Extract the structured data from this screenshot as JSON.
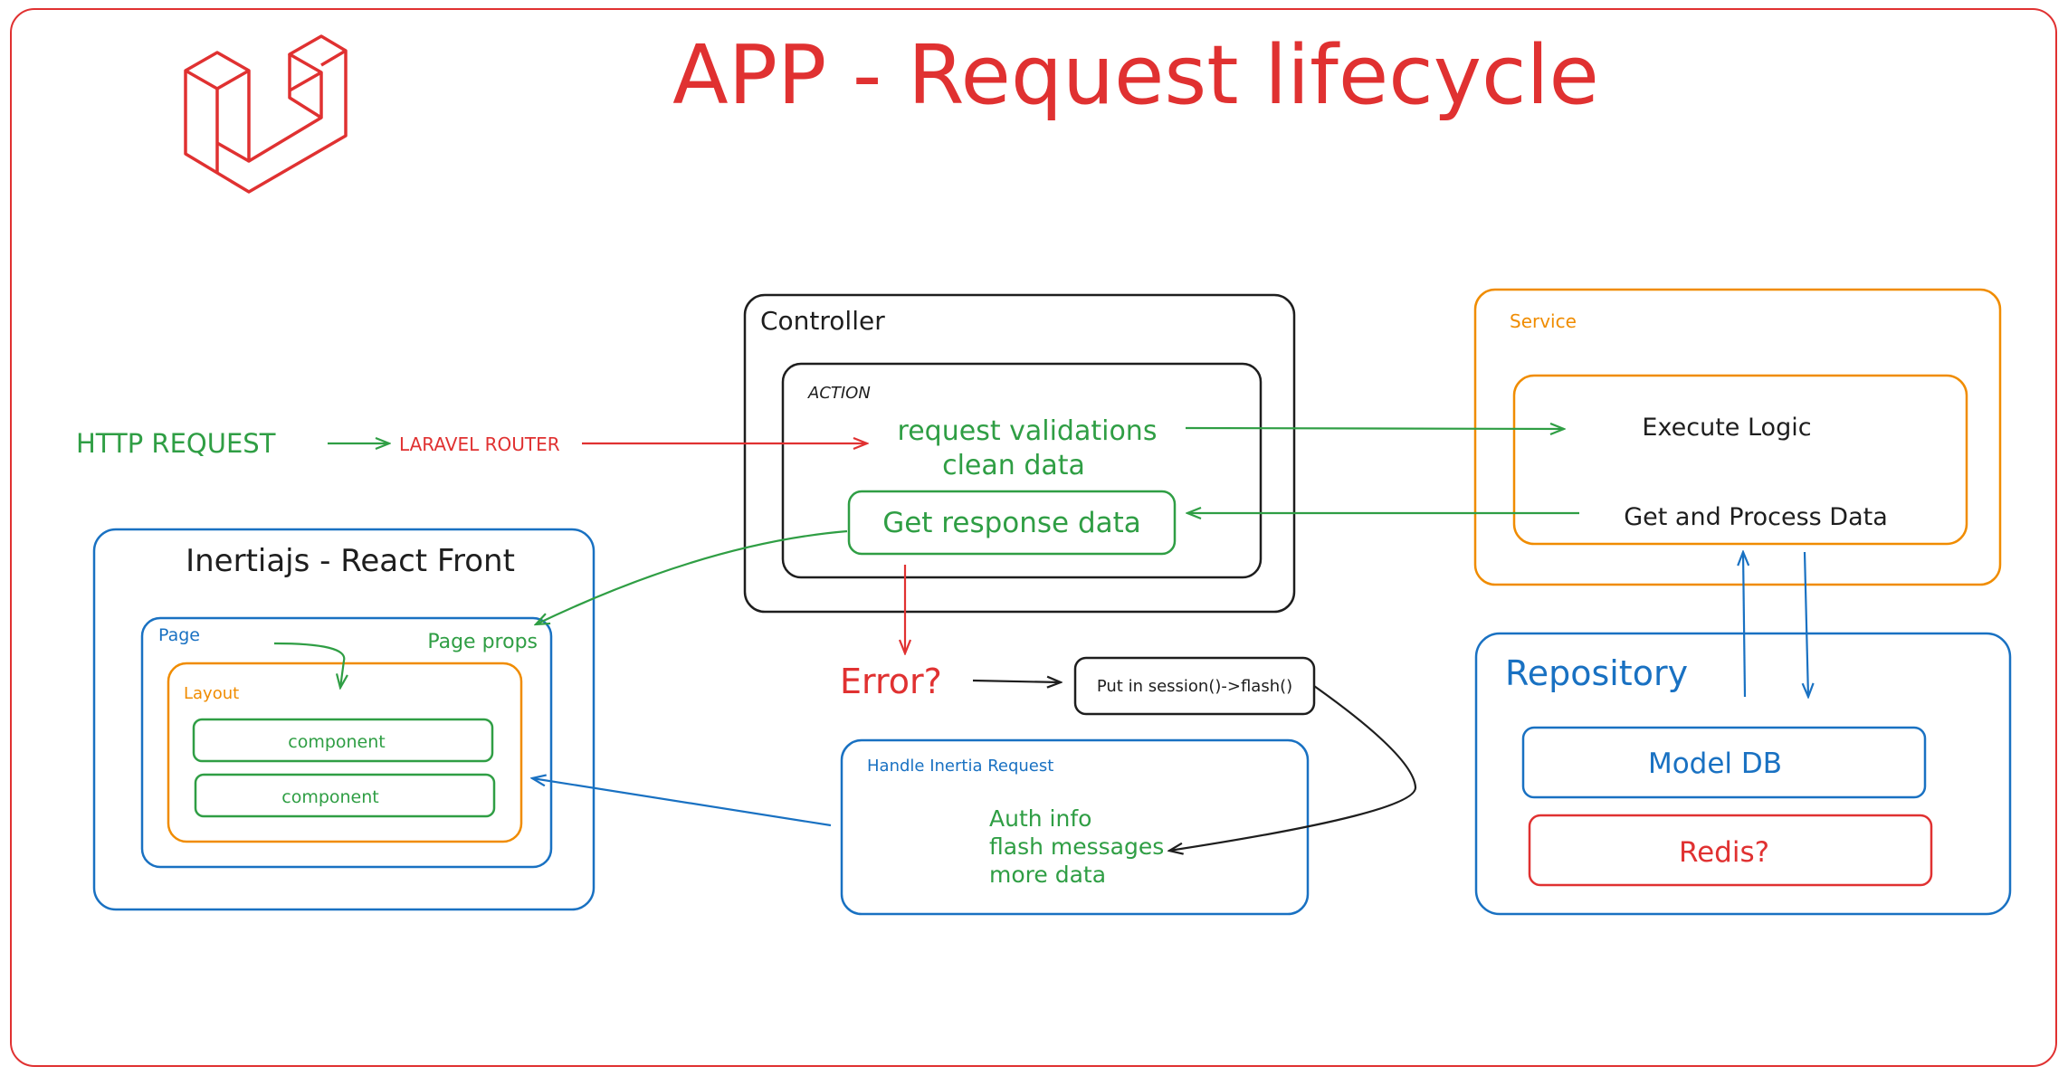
{
  "title": "APP - Request lifecycle",
  "colors": {
    "red": "#e03131",
    "green": "#2f9e44",
    "blue": "#1971c2",
    "orange": "#f08c00",
    "black": "#1e1e1e"
  },
  "logo": {
    "icon": "laravel-logo-icon"
  },
  "flow": {
    "http_request": "HTTP REQUEST",
    "laravel_router": "LARAVEL ROUTER",
    "error": "Error?",
    "flash": "Put in session()->flash()"
  },
  "controller": {
    "label": "Controller",
    "action": {
      "label": "ACTION",
      "validation_line1": "request validations",
      "validation_line2": "clean data",
      "response": "Get response data"
    }
  },
  "service": {
    "label": "Service",
    "execute": "Execute Logic",
    "process": "Get and Process Data"
  },
  "repository": {
    "label": "Repository",
    "model": "Model DB",
    "redis": "Redis?"
  },
  "frontend": {
    "label": "Inertiajs - React Front",
    "page": "Page",
    "page_props": "Page props",
    "layout": "Layout",
    "components": [
      "component",
      "component"
    ]
  },
  "inertia_request": {
    "label": "Handle Inertia Request",
    "items": [
      "Auth info",
      "flash messages",
      "more data"
    ]
  }
}
